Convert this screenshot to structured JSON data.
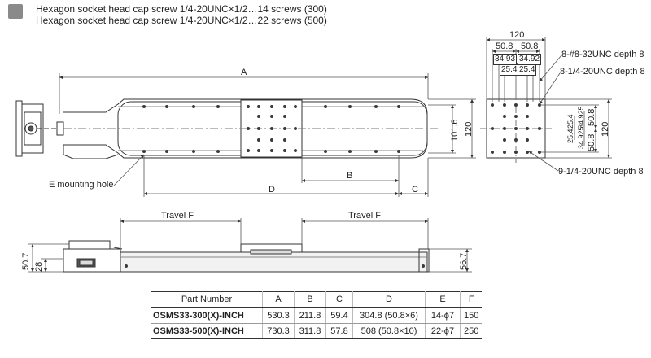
{
  "notes": [
    "Hexagon socket head cap screw 1/4-20UNC×1/2…14 screws (300)",
    "Hexagon socket head cap screw 1/4-20UNC×1/2…22 screws (500)"
  ],
  "dims": {
    "a": "A",
    "b": "B",
    "c": "C",
    "d": "D",
    "e_hole": "E mounting hole",
    "height_101": "101.6",
    "height_120_top": "120",
    "width_120": "120",
    "w50_8_l": "50.8",
    "w50_8_r": "50.8",
    "w34_93": "34.93",
    "w34_92": "34.92",
    "w25_4_l": "25.4",
    "w25_4_r": "25.4",
    "screw_832": "8-#8-32UNC depth 8",
    "screw_8_14": "8-1/4-20UNC depth 8",
    "screw_9_14": "9-1/4-20UNC depth 8",
    "side_120": "120",
    "side_50_8_a": "50.8",
    "side_50_8_b": "50.8",
    "side_34_925": "34.925",
    "side_34_925_b": "34.925",
    "side_25_4_a": "25.4",
    "side_25_4_b": "25.4",
    "travel_left": "Travel F",
    "travel_right": "Travel F",
    "h50_7": "50.7",
    "h28": "28",
    "h56_7": "56.7"
  },
  "table": {
    "headers": [
      "Part Number",
      "A",
      "B",
      "C",
      "D",
      "E",
      "F"
    ],
    "rows": [
      [
        "OSMS33-300(X)-INCH",
        "530.3",
        "211.8",
        "59.4",
        "304.8 (50.8×6)",
        "14-ϕ7",
        "150"
      ],
      [
        "OSMS33-500(X)-INCH",
        "730.3",
        "311.8",
        "57.8",
        "508 (50.8×10)",
        "22-ϕ7",
        "250"
      ]
    ]
  },
  "colors": {
    "line": "#333333",
    "dim": "#555555",
    "fill": "#eeeeee",
    "hole": "#3a3a3a"
  },
  "icons": {
    "note": "screw-icon"
  }
}
